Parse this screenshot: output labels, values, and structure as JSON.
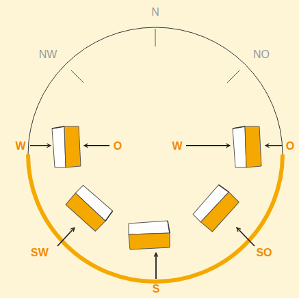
{
  "diagram": {
    "labels": [
      "N",
      "NW",
      "NO",
      "W",
      "O",
      "W",
      "O",
      "SW",
      "S",
      "SO"
    ]
  }
}
